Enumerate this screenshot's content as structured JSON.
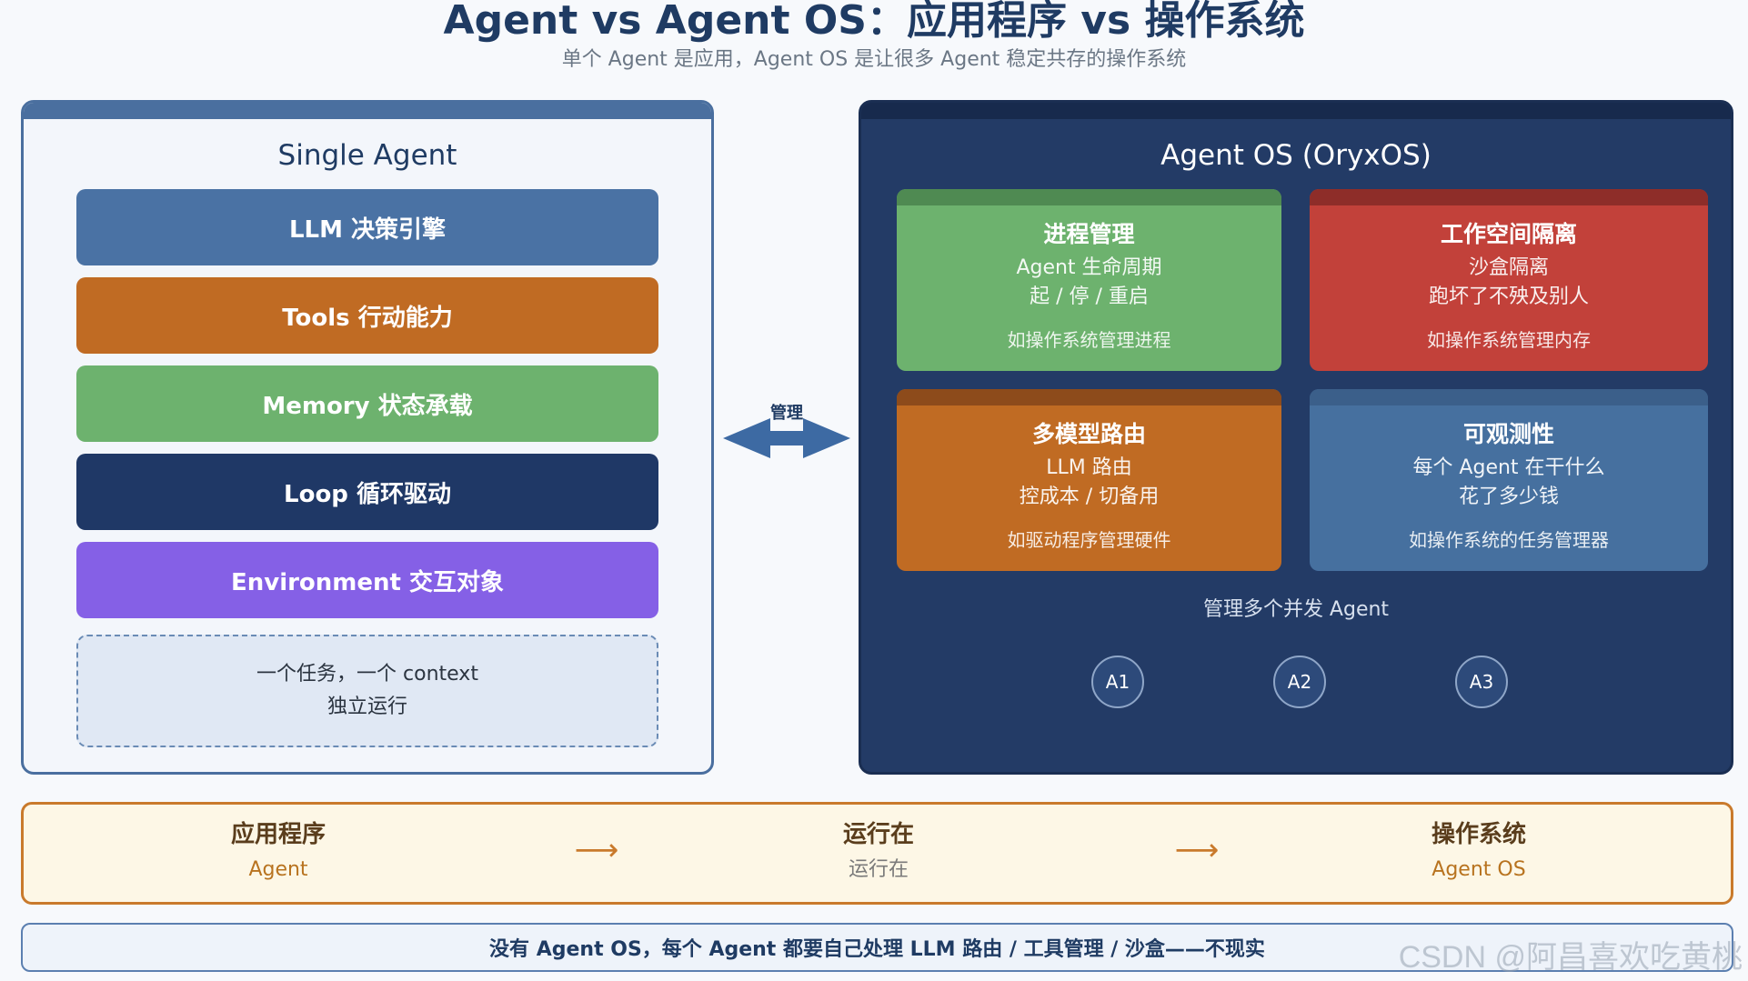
{
  "header": {
    "title": "Agent vs Agent OS：应用程序 vs 操作系统",
    "subtitle": "单个 Agent 是应用，Agent OS 是让很多 Agent 稳定共存的操作系统"
  },
  "left_panel": {
    "title": "Single Agent",
    "layers": [
      {
        "label": "LLM 决策引擎",
        "color": "#4a72a4"
      },
      {
        "label": "Tools 行动能力",
        "color": "#c06b23"
      },
      {
        "label": "Memory 状态承载",
        "color": "#6db26e"
      },
      {
        "label": "Loop 循环驱动",
        "color": "#1f3866"
      },
      {
        "label": "Environment 交互对象",
        "color": "#8560e6"
      }
    ],
    "note_line1": "一个任务，一个 context",
    "note_line2": "独立运行"
  },
  "connector": {
    "label": "管理"
  },
  "right_panel": {
    "title": "Agent OS (OryxOS)",
    "cards": [
      {
        "title": "进程管理",
        "line1": "Agent 生命周期",
        "line2": "起 / 停 / 重启",
        "footer": "如操作系统管理进程",
        "color": "#6db26e",
        "band": "#4f8a52"
      },
      {
        "title": "工作空间隔离",
        "line1": "沙盒隔离",
        "line2": "跑坏了不殃及别人",
        "footer": "如操作系统管理内存",
        "color": "#c2413a",
        "band": "#8e2d29"
      },
      {
        "title": "多模型路由",
        "line1": "LLM 路由",
        "line2": "控成本 / 切备用",
        "footer": "如驱动程序管理硬件",
        "color": "#c06b23",
        "band": "#8d4b1b"
      },
      {
        "title": "可观测性",
        "line1": "每个 Agent 在干什么",
        "line2": "花了多少钱",
        "footer": "如操作系统的任务管理器",
        "color": "#46709f",
        "band": "#3b5f8a"
      }
    ],
    "agents_caption": "管理多个并发 Agent",
    "agents": [
      "A1",
      "A2",
      "A3"
    ]
  },
  "flow": {
    "items": [
      {
        "title": "应用程序",
        "sub": "Agent",
        "sub_color": "#b8731f"
      },
      {
        "title": "运行在",
        "sub": "运行在",
        "sub_color": "#7a7a7a"
      },
      {
        "title": "操作系统",
        "sub": "Agent OS",
        "sub_color": "#b8731f"
      }
    ],
    "arrow": "⟶"
  },
  "bottom_bar": {
    "text": "没有 Agent OS，每个 Agent 都要自己处理 LLM 路由 / 工具管理 / 沙盒——不现实"
  },
  "watermark": "CSDN @阿昌喜欢吃黄桃"
}
